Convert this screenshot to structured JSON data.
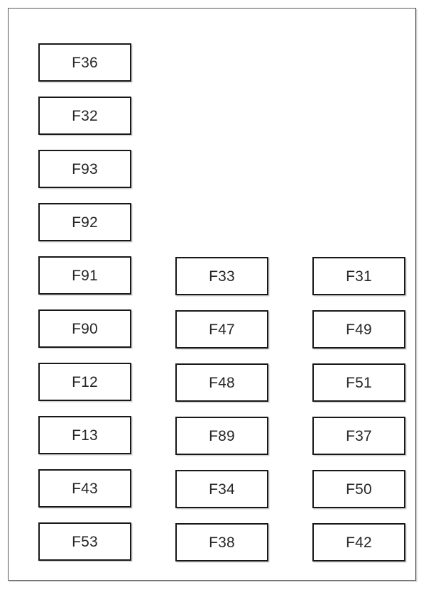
{
  "diagram": {
    "type": "fuse-box-layout",
    "background_color": "#ffffff",
    "frame_color": "#575757",
    "slot_border_color": "#181818",
    "label_color": "#262626",
    "columns": [
      {
        "name": "left-column",
        "slots": [
          {
            "label": "F36"
          },
          {
            "label": "F32"
          },
          {
            "label": "F93"
          },
          {
            "label": "F92"
          },
          {
            "label": "F91"
          },
          {
            "label": "F90"
          },
          {
            "label": "F12"
          },
          {
            "label": "F13"
          },
          {
            "label": "F43"
          },
          {
            "label": "F53"
          }
        ]
      },
      {
        "name": "middle-column",
        "slots": [
          {
            "label": "F33"
          },
          {
            "label": "F47"
          },
          {
            "label": "F48"
          },
          {
            "label": "F89"
          },
          {
            "label": "F34"
          },
          {
            "label": "F38"
          }
        ]
      },
      {
        "name": "right-column",
        "slots": [
          {
            "label": "F31"
          },
          {
            "label": "F49"
          },
          {
            "label": "F51"
          },
          {
            "label": "F37"
          },
          {
            "label": "F50"
          },
          {
            "label": "F42"
          }
        ]
      }
    ]
  }
}
